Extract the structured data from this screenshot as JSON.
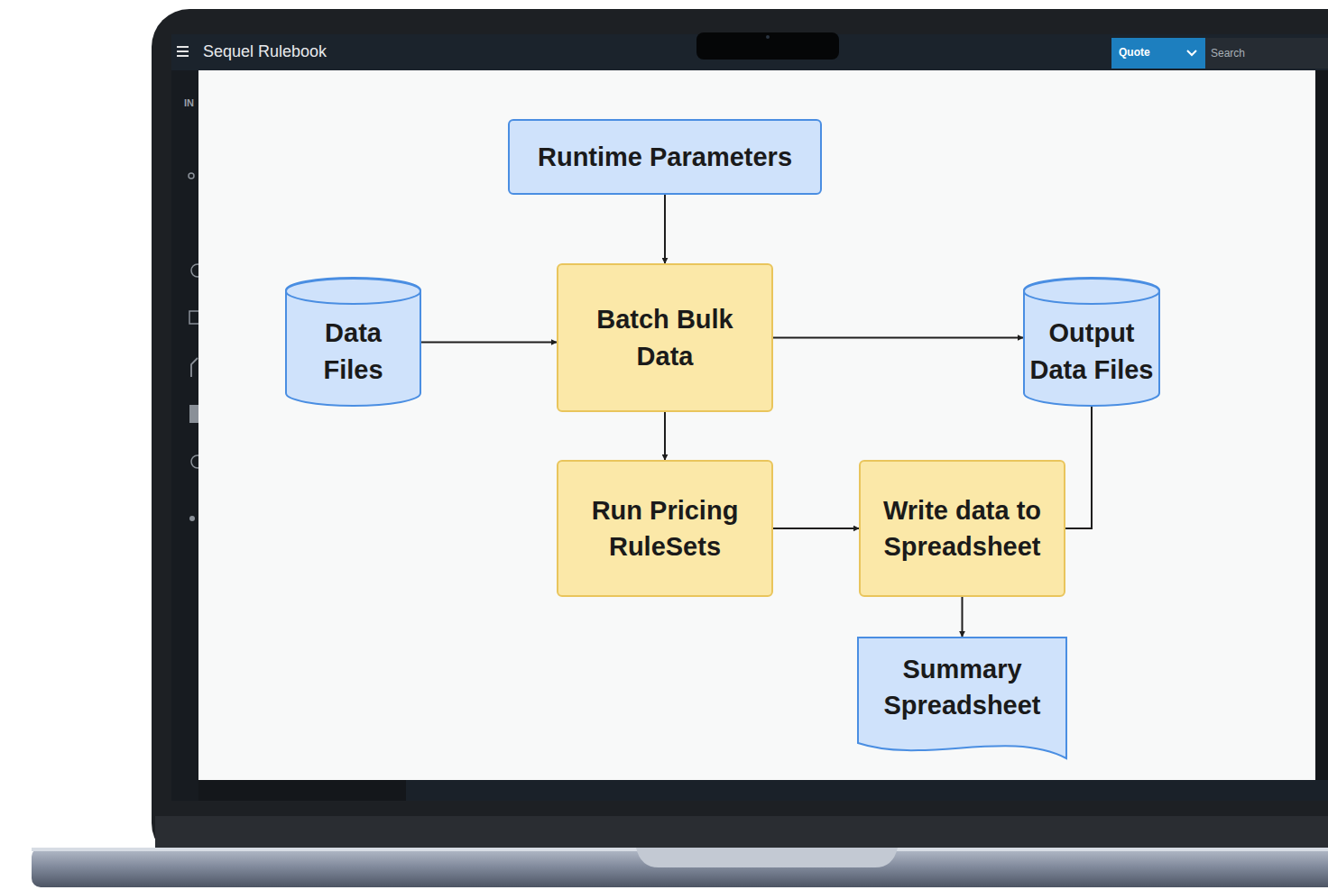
{
  "diagram": {
    "nodes": [
      {
        "text": [
          "Runtime Parameters"
        ]
      },
      {
        "text": [
          "Data Files"
        ]
      },
      {
        "text": [
          "Batch Bulk Data"
        ]
      },
      {
        "text": [
          "Output Data Files"
        ]
      },
      {
        "text": [
          "Run Pricing RuleSets"
        ]
      },
      {
        "text": [
          "Write data to Spreadsheet"
        ]
      },
      {
        "text": [
          "Summary Spreadsheet"
        ]
      }
    ],
    "edges": [
      {
        "from": 0,
        "to": 2,
        "arrow": "to"
      },
      {
        "from": 1,
        "to": 2,
        "arrow": "to"
      },
      {
        "from": 2,
        "to": 3,
        "arrow": "to"
      },
      {
        "from": 2,
        "to": 4,
        "arrow": "to"
      },
      {
        "from": 4,
        "to": 5,
        "arrow": "to"
      },
      {
        "from": 5,
        "to": 3,
        "arrow": "none"
      },
      {
        "from": 5,
        "to": 6,
        "arrow": "to"
      }
    ],
    "labels": [
      "Sequel Rulebook",
      "Quote",
      "Search",
      "IN"
    ]
  }
}
